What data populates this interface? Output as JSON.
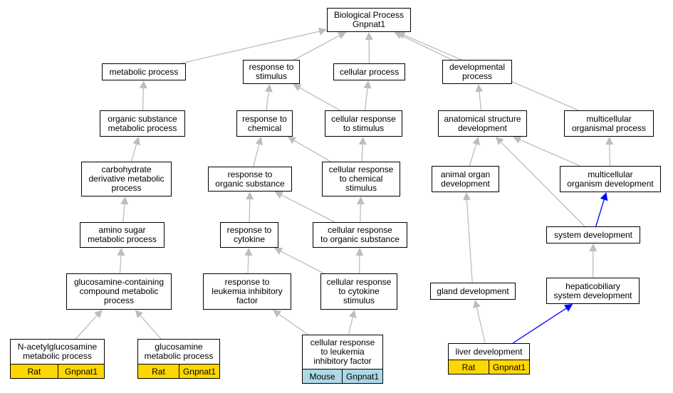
{
  "diagram": {
    "nodes": [
      {
        "id": "bp",
        "label": "Biological Process\nGnpnat1"
      },
      {
        "id": "metabolic",
        "label": "metabolic process"
      },
      {
        "id": "response_stimulus",
        "label": "response to\nstimulus"
      },
      {
        "id": "cellular_process",
        "label": "cellular process"
      },
      {
        "id": "developmental",
        "label": "developmental\nprocess"
      },
      {
        "id": "organic_substance_metabolic",
        "label": "organic substance\nmetabolic process"
      },
      {
        "id": "response_chemical",
        "label": "response to\nchemical"
      },
      {
        "id": "cellular_response_stimulus",
        "label": "cellular response\nto stimulus"
      },
      {
        "id": "anatomical",
        "label": "anatomical structure\ndevelopment"
      },
      {
        "id": "multicellular_organismal",
        "label": "multicellular\norganismal process"
      },
      {
        "id": "carbohydrate_derivative",
        "label": "carbohydrate\nderivative metabolic\nprocess"
      },
      {
        "id": "response_organic",
        "label": "response to\norganic substance"
      },
      {
        "id": "cellular_response_chemical",
        "label": "cellular response\nto chemical\nstimulus"
      },
      {
        "id": "animal_organ",
        "label": "animal organ\ndevelopment"
      },
      {
        "id": "multicellular_organism_dev",
        "label": "multicellular\norganism development"
      },
      {
        "id": "amino_sugar",
        "label": "amino sugar\nmetabolic process"
      },
      {
        "id": "response_cytokine",
        "label": "response to\ncytokine"
      },
      {
        "id": "cellular_response_organic",
        "label": "cellular response\nto organic substance"
      },
      {
        "id": "system_dev",
        "label": "system development"
      },
      {
        "id": "glucosamine_containing",
        "label": "glucosamine-containing\ncompound metabolic\nprocess"
      },
      {
        "id": "response_lif",
        "label": "response to\nleukemia inhibitory\nfactor"
      },
      {
        "id": "cellular_response_cytokine",
        "label": "cellular response\nto cytokine\nstimulus"
      },
      {
        "id": "gland_dev",
        "label": "gland development"
      },
      {
        "id": "hepaticobiliary",
        "label": "hepaticobiliary\nsystem development"
      },
      {
        "id": "nacetyl",
        "label": "N-acetylglucosamine\nmetabolic process",
        "tags": [
          "Rat",
          "Gnpnat1"
        ],
        "tag_color": "#ffd700"
      },
      {
        "id": "glucosamine_metabolic",
        "label": "glucosamine\nmetabolic process",
        "tags": [
          "Rat",
          "Gnpnat1"
        ],
        "tag_color": "#ffd700"
      },
      {
        "id": "cellular_response_lif",
        "label": "cellular response\nto leukemia\ninhibitory factor",
        "tags": [
          "Mouse",
          "Gnpnat1"
        ],
        "tag_color": "#add8e6"
      },
      {
        "id": "liver_dev",
        "label": "liver development",
        "tags": [
          "Rat",
          "Gnpnat1"
        ],
        "tag_color": "#ffd700"
      }
    ],
    "edges": [
      {
        "from": "metabolic",
        "to": "bp",
        "color": "#bdbdbd"
      },
      {
        "from": "response_stimulus",
        "to": "bp",
        "color": "#bdbdbd"
      },
      {
        "from": "cellular_process",
        "to": "bp",
        "color": "#bdbdbd"
      },
      {
        "from": "developmental",
        "to": "bp",
        "color": "#bdbdbd"
      },
      {
        "from": "multicellular_organismal",
        "to": "bp",
        "color": "#bdbdbd"
      },
      {
        "from": "organic_substance_metabolic",
        "to": "metabolic",
        "color": "#bdbdbd"
      },
      {
        "from": "response_chemical",
        "to": "response_stimulus",
        "color": "#bdbdbd"
      },
      {
        "from": "cellular_response_stimulus",
        "to": "response_stimulus",
        "color": "#bdbdbd"
      },
      {
        "from": "cellular_response_stimulus",
        "to": "cellular_process",
        "color": "#bdbdbd"
      },
      {
        "from": "anatomical",
        "to": "developmental",
        "color": "#bdbdbd"
      },
      {
        "from": "carbohydrate_derivative",
        "to": "organic_substance_metabolic",
        "color": "#bdbdbd"
      },
      {
        "from": "response_organic",
        "to": "response_chemical",
        "color": "#bdbdbd"
      },
      {
        "from": "cellular_response_chemical",
        "to": "response_chemical",
        "color": "#bdbdbd"
      },
      {
        "from": "cellular_response_chemical",
        "to": "cellular_response_stimulus",
        "color": "#bdbdbd"
      },
      {
        "from": "animal_organ",
        "to": "anatomical",
        "color": "#bdbdbd"
      },
      {
        "from": "multicellular_organism_dev",
        "to": "anatomical",
        "color": "#bdbdbd"
      },
      {
        "from": "multicellular_organism_dev",
        "to": "multicellular_organismal",
        "color": "#bdbdbd"
      },
      {
        "from": "amino_sugar",
        "to": "carbohydrate_derivative",
        "color": "#bdbdbd"
      },
      {
        "from": "response_cytokine",
        "to": "response_organic",
        "color": "#bdbdbd"
      },
      {
        "from": "cellular_response_organic",
        "to": "response_organic",
        "color": "#bdbdbd"
      },
      {
        "from": "cellular_response_organic",
        "to": "cellular_response_chemical",
        "color": "#bdbdbd"
      },
      {
        "from": "system_dev",
        "to": "anatomical",
        "color": "#bdbdbd"
      },
      {
        "from": "system_dev",
        "to": "multicellular_organism_dev",
        "color": "#0000ff"
      },
      {
        "from": "glucosamine_containing",
        "to": "amino_sugar",
        "color": "#bdbdbd"
      },
      {
        "from": "response_lif",
        "to": "response_cytokine",
        "color": "#bdbdbd"
      },
      {
        "from": "cellular_response_cytokine",
        "to": "response_cytokine",
        "color": "#bdbdbd"
      },
      {
        "from": "cellular_response_cytokine",
        "to": "cellular_response_organic",
        "color": "#bdbdbd"
      },
      {
        "from": "gland_dev",
        "to": "animal_organ",
        "color": "#bdbdbd"
      },
      {
        "from": "hepaticobiliary",
        "to": "system_dev",
        "color": "#bdbdbd"
      },
      {
        "from": "nacetyl",
        "to": "glucosamine_containing",
        "color": "#bdbdbd"
      },
      {
        "from": "glucosamine_metabolic",
        "to": "glucosamine_containing",
        "color": "#bdbdbd"
      },
      {
        "from": "cellular_response_lif",
        "to": "response_lif",
        "color": "#bdbdbd"
      },
      {
        "from": "cellular_response_lif",
        "to": "cellular_response_cytokine",
        "color": "#bdbdbd"
      },
      {
        "from": "liver_dev",
        "to": "gland_dev",
        "color": "#bdbdbd"
      },
      {
        "from": "liver_dev",
        "to": "hepaticobiliary",
        "color": "#0000ff"
      }
    ]
  }
}
